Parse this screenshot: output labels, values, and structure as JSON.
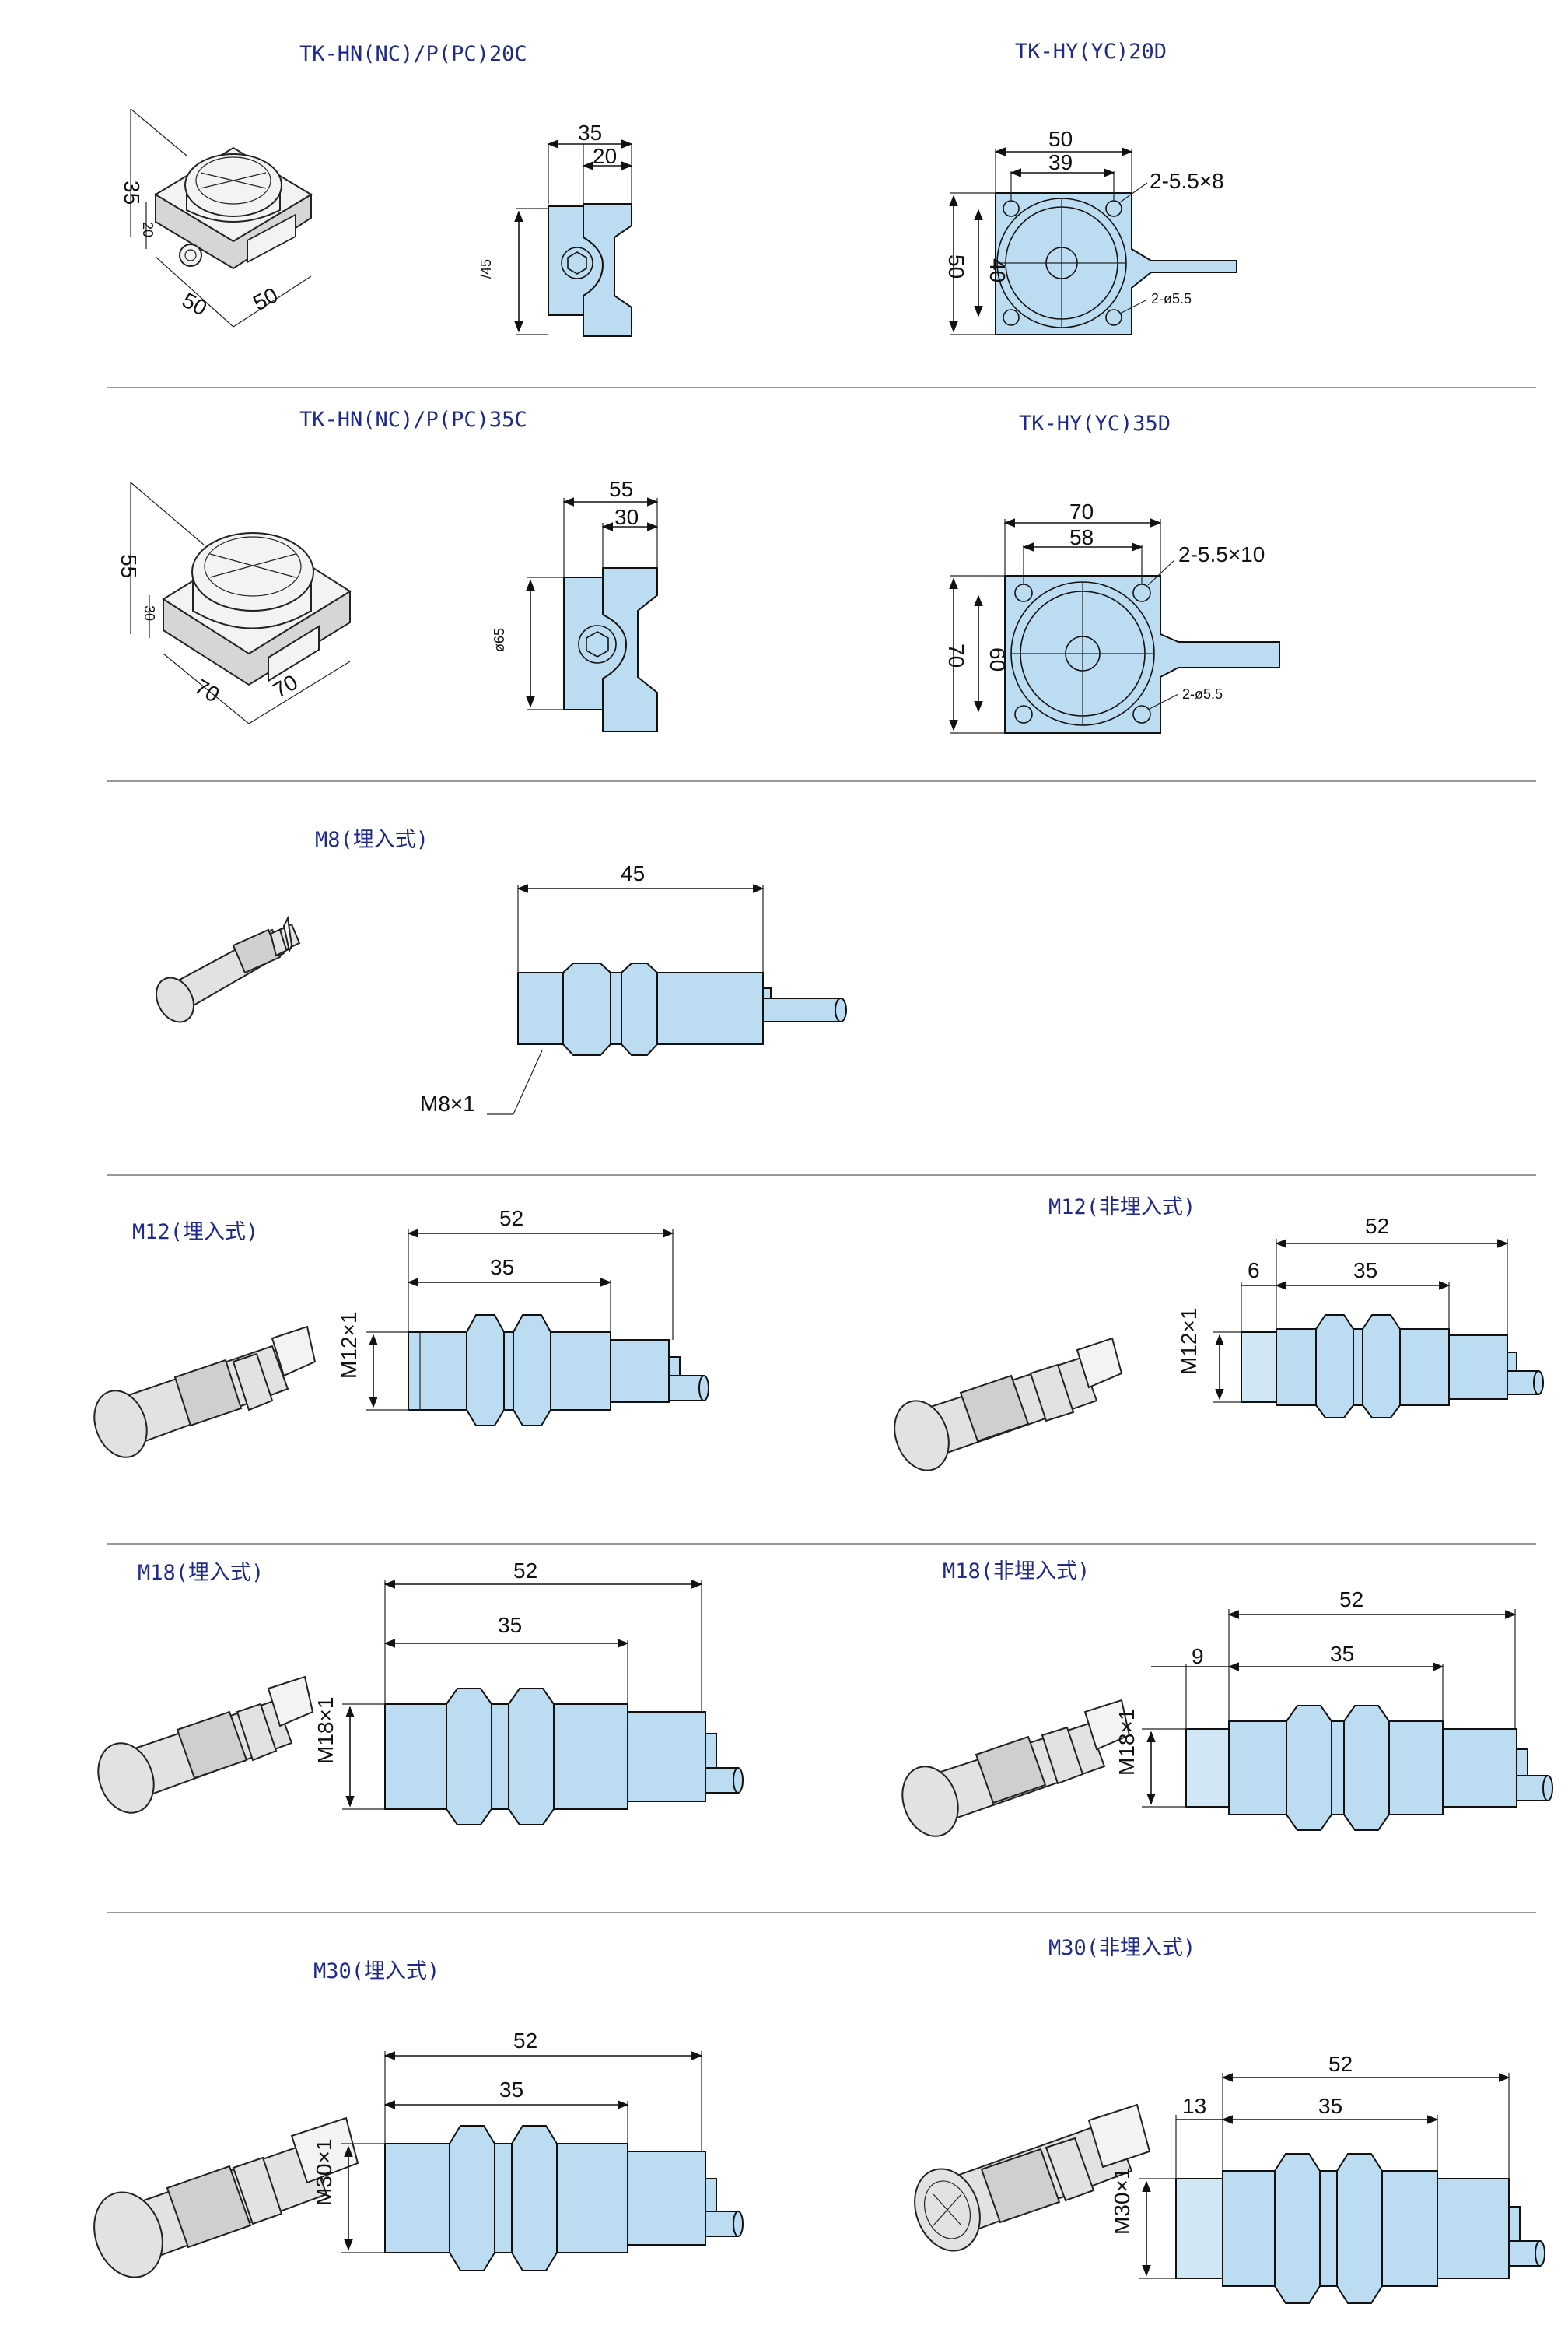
{
  "sections": [
    {
      "title": "TK-HN(NC)/P(PC)20C",
      "dims": {
        "total": "35",
        "inner": "20",
        "height": "35",
        "small": "20",
        "base1": "50",
        "base2": "50",
        "side": "/45"
      }
    },
    {
      "title": "TK-HY(YC)20D",
      "dims": {
        "w": "50",
        "wi": "39",
        "h": "50",
        "hi": "40",
        "holes": "2-5.5×8",
        "hole_dia": "2-ø5.5"
      }
    },
    {
      "title": "TK-HN(NC)/P(PC)35C",
      "dims": {
        "total": "55",
        "inner": "30",
        "height": "55",
        "small": "30",
        "base1": "70",
        "base2": "70",
        "side": "ø65"
      }
    },
    {
      "title": "TK-HY(YC)35D",
      "dims": {
        "w": "70",
        "wi": "58",
        "h": "70",
        "hi": "60",
        "holes": "2-5.5×10",
        "hole_dia": "2-ø5.5"
      }
    },
    {
      "title": "M8(埋入式)",
      "dims": {
        "length": "45",
        "thread": "M8×1"
      }
    },
    {
      "title": "M12(埋入式)",
      "dims": {
        "length": "52",
        "body": "35",
        "thread": "M12×1"
      }
    },
    {
      "title": "M12(非埋入式)",
      "dims": {
        "length": "52",
        "body": "35",
        "offset": "6",
        "thread": "M12×1"
      }
    },
    {
      "title": "M18(埋入式)",
      "dims": {
        "length": "52",
        "body": "35",
        "thread": "M18×1"
      }
    },
    {
      "title": "M18(非埋入式)",
      "dims": {
        "length": "52",
        "body": "35",
        "offset": "9",
        "thread": "M18×1"
      }
    },
    {
      "title": "M30(埋入式)",
      "dims": {
        "length": "52",
        "body": "35",
        "thread": "M30×1"
      }
    },
    {
      "title": "M30(非埋入式)",
      "dims": {
        "length": "52",
        "body": "35",
        "offset": "13",
        "thread": "M30×1"
      }
    }
  ],
  "colors": {
    "body_fill": "#bcdcf1",
    "title": "#1f2a8c",
    "separator": "#8a8a8a"
  }
}
